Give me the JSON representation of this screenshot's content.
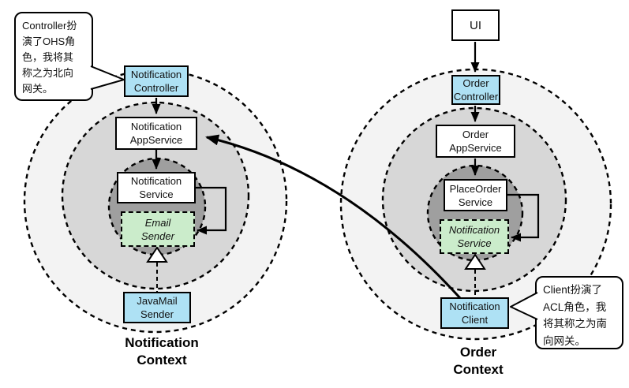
{
  "left": {
    "title": [
      "Notification",
      "Context"
    ],
    "callout": [
      "Controller扮",
      "演了OHS角",
      "色，我将其",
      "称之为北向",
      "网关。"
    ],
    "controller": [
      "Notification",
      "Controller"
    ],
    "app_service": [
      "Notification",
      "AppService"
    ],
    "service": [
      "Notification",
      "Service"
    ],
    "email_sender": [
      "Email",
      "Sender"
    ],
    "javamail": [
      "JavaMail",
      "Sender"
    ]
  },
  "right": {
    "title": [
      "Order",
      "Context"
    ],
    "callout": [
      "Client扮演了",
      "ACL角色，我",
      "将其称之为南",
      "向网关。"
    ],
    "ui": "UI",
    "controller": [
      "Order",
      "Controller"
    ],
    "app_service": [
      "Order",
      "AppService"
    ],
    "place_order": [
      "PlaceOrder",
      "Service"
    ],
    "notification_service": [
      "Notification",
      "Service"
    ],
    "client": [
      "Notification",
      "Client"
    ]
  },
  "colors": {
    "node_blue": "#aee1f4",
    "node_green": "#cbeccb",
    "ring_outer": "#f3f3f3",
    "ring_middle": "#d7d7d7",
    "ring_inner": "#9f9f9f",
    "stroke": "#000000",
    "canvas": "#ffffff",
    "text": "#111111"
  }
}
